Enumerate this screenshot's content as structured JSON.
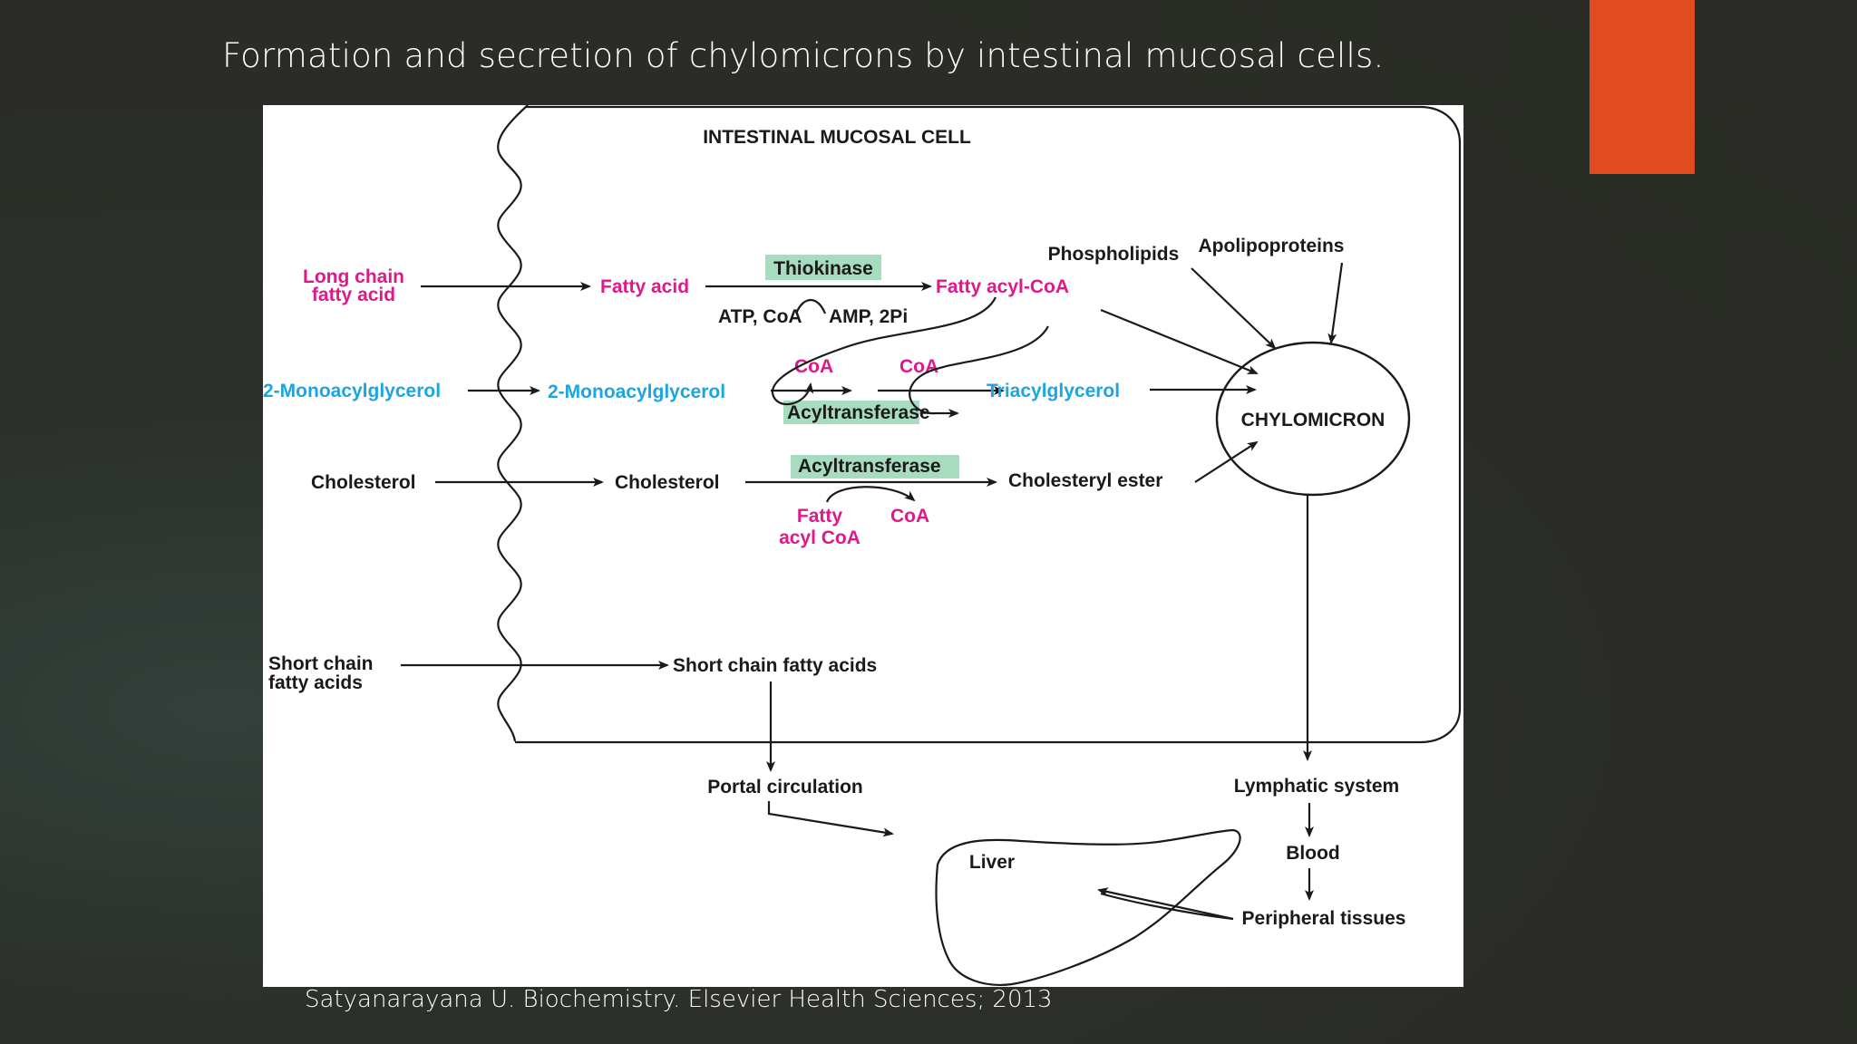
{
  "slide": {
    "title": "Formation and secretion of chylomicrons by intestinal mucosal cells.",
    "citation": "Satyanarayana U. Biochemistry. Elsevier Health Sciences; 2013",
    "accent_color": "#e04b22"
  },
  "diagram": {
    "header": "INTESTINAL MUCOSAL CELL",
    "inputs": {
      "long_chain_1": "Long chain",
      "long_chain_2": "fatty acid",
      "mag": "2-Monoacylglycerol",
      "cholesterol": "Cholesterol",
      "short_chain_1": "Short chain",
      "short_chain_2": "fatty acids"
    },
    "cell": {
      "fatty_acid": "Fatty acid",
      "thiokinase": "Thiokinase",
      "fatty_acyl_coa": "Fatty acyl-CoA",
      "atp_coa": "ATP, CoA",
      "amp_2pi": "AMP, 2Pi",
      "mag": "2-Monoacylglycerol",
      "coa_1": "CoA",
      "coa_2": "CoA",
      "acyltransferase_1": "Acyltransferase",
      "triacylglycerol": "Triacylglycerol",
      "cholesterol": "Cholesterol",
      "acyltransferase_2": "Acyltransferase",
      "cholesteryl_ester": "Cholesteryl ester",
      "fatty_acyl_coa_1": "Fatty",
      "fatty_acyl_coa_2": "acyl CoA",
      "coa_3": "CoA",
      "short_chain_fa": "Short chain fatty acids",
      "phospholipids": "Phospholipids",
      "apolipoproteins": "Apolipoproteins",
      "chylomicron": "CHYLOMICRON"
    },
    "outside": {
      "portal": "Portal circulation",
      "lymphatic": "Lymphatic system",
      "blood": "Blood",
      "peripheral": "Peripheral tissues",
      "liver": "Liver"
    },
    "colors": {
      "pink": "#e0198a",
      "blue": "#1da4e3",
      "highlight": "#a8dcc0"
    }
  }
}
